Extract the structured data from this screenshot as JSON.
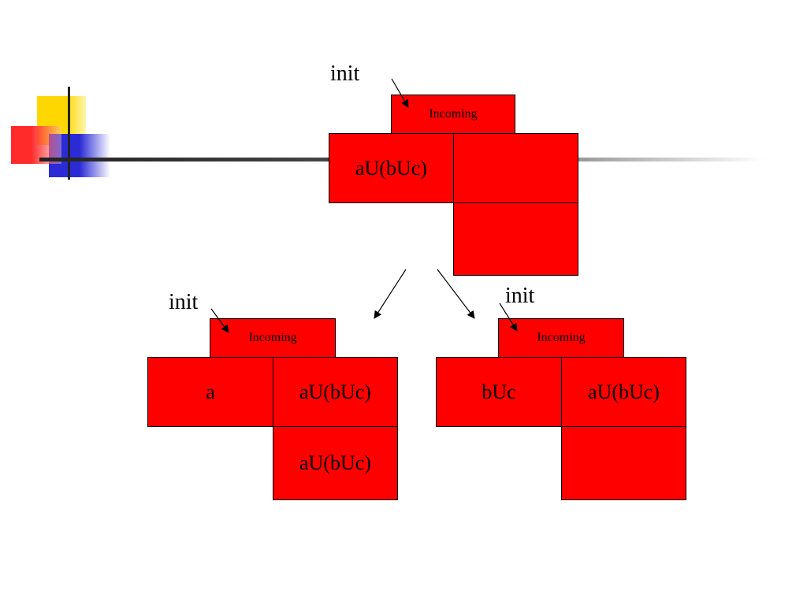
{
  "colors": {
    "node_fill": "#ff0000",
    "deco_yellow": "#ffd700",
    "deco_blue": "#3333cc",
    "deco_red": "#ff3030"
  },
  "top_tree": {
    "init_label": "init",
    "incoming_label": "Incoming",
    "left_cell": "aU(bUc)",
    "right_cell": "",
    "bottom_cell": ""
  },
  "left_tree": {
    "init_label": "init",
    "incoming_label": "Incoming",
    "left_cell": "a",
    "right_cell": "aU(bUc)",
    "bottom_cell": "aU(bUc)"
  },
  "right_tree": {
    "init_label": "init",
    "incoming_label": "Incoming",
    "left_cell": "bUc",
    "right_cell": "aU(bUc)",
    "bottom_cell": ""
  }
}
